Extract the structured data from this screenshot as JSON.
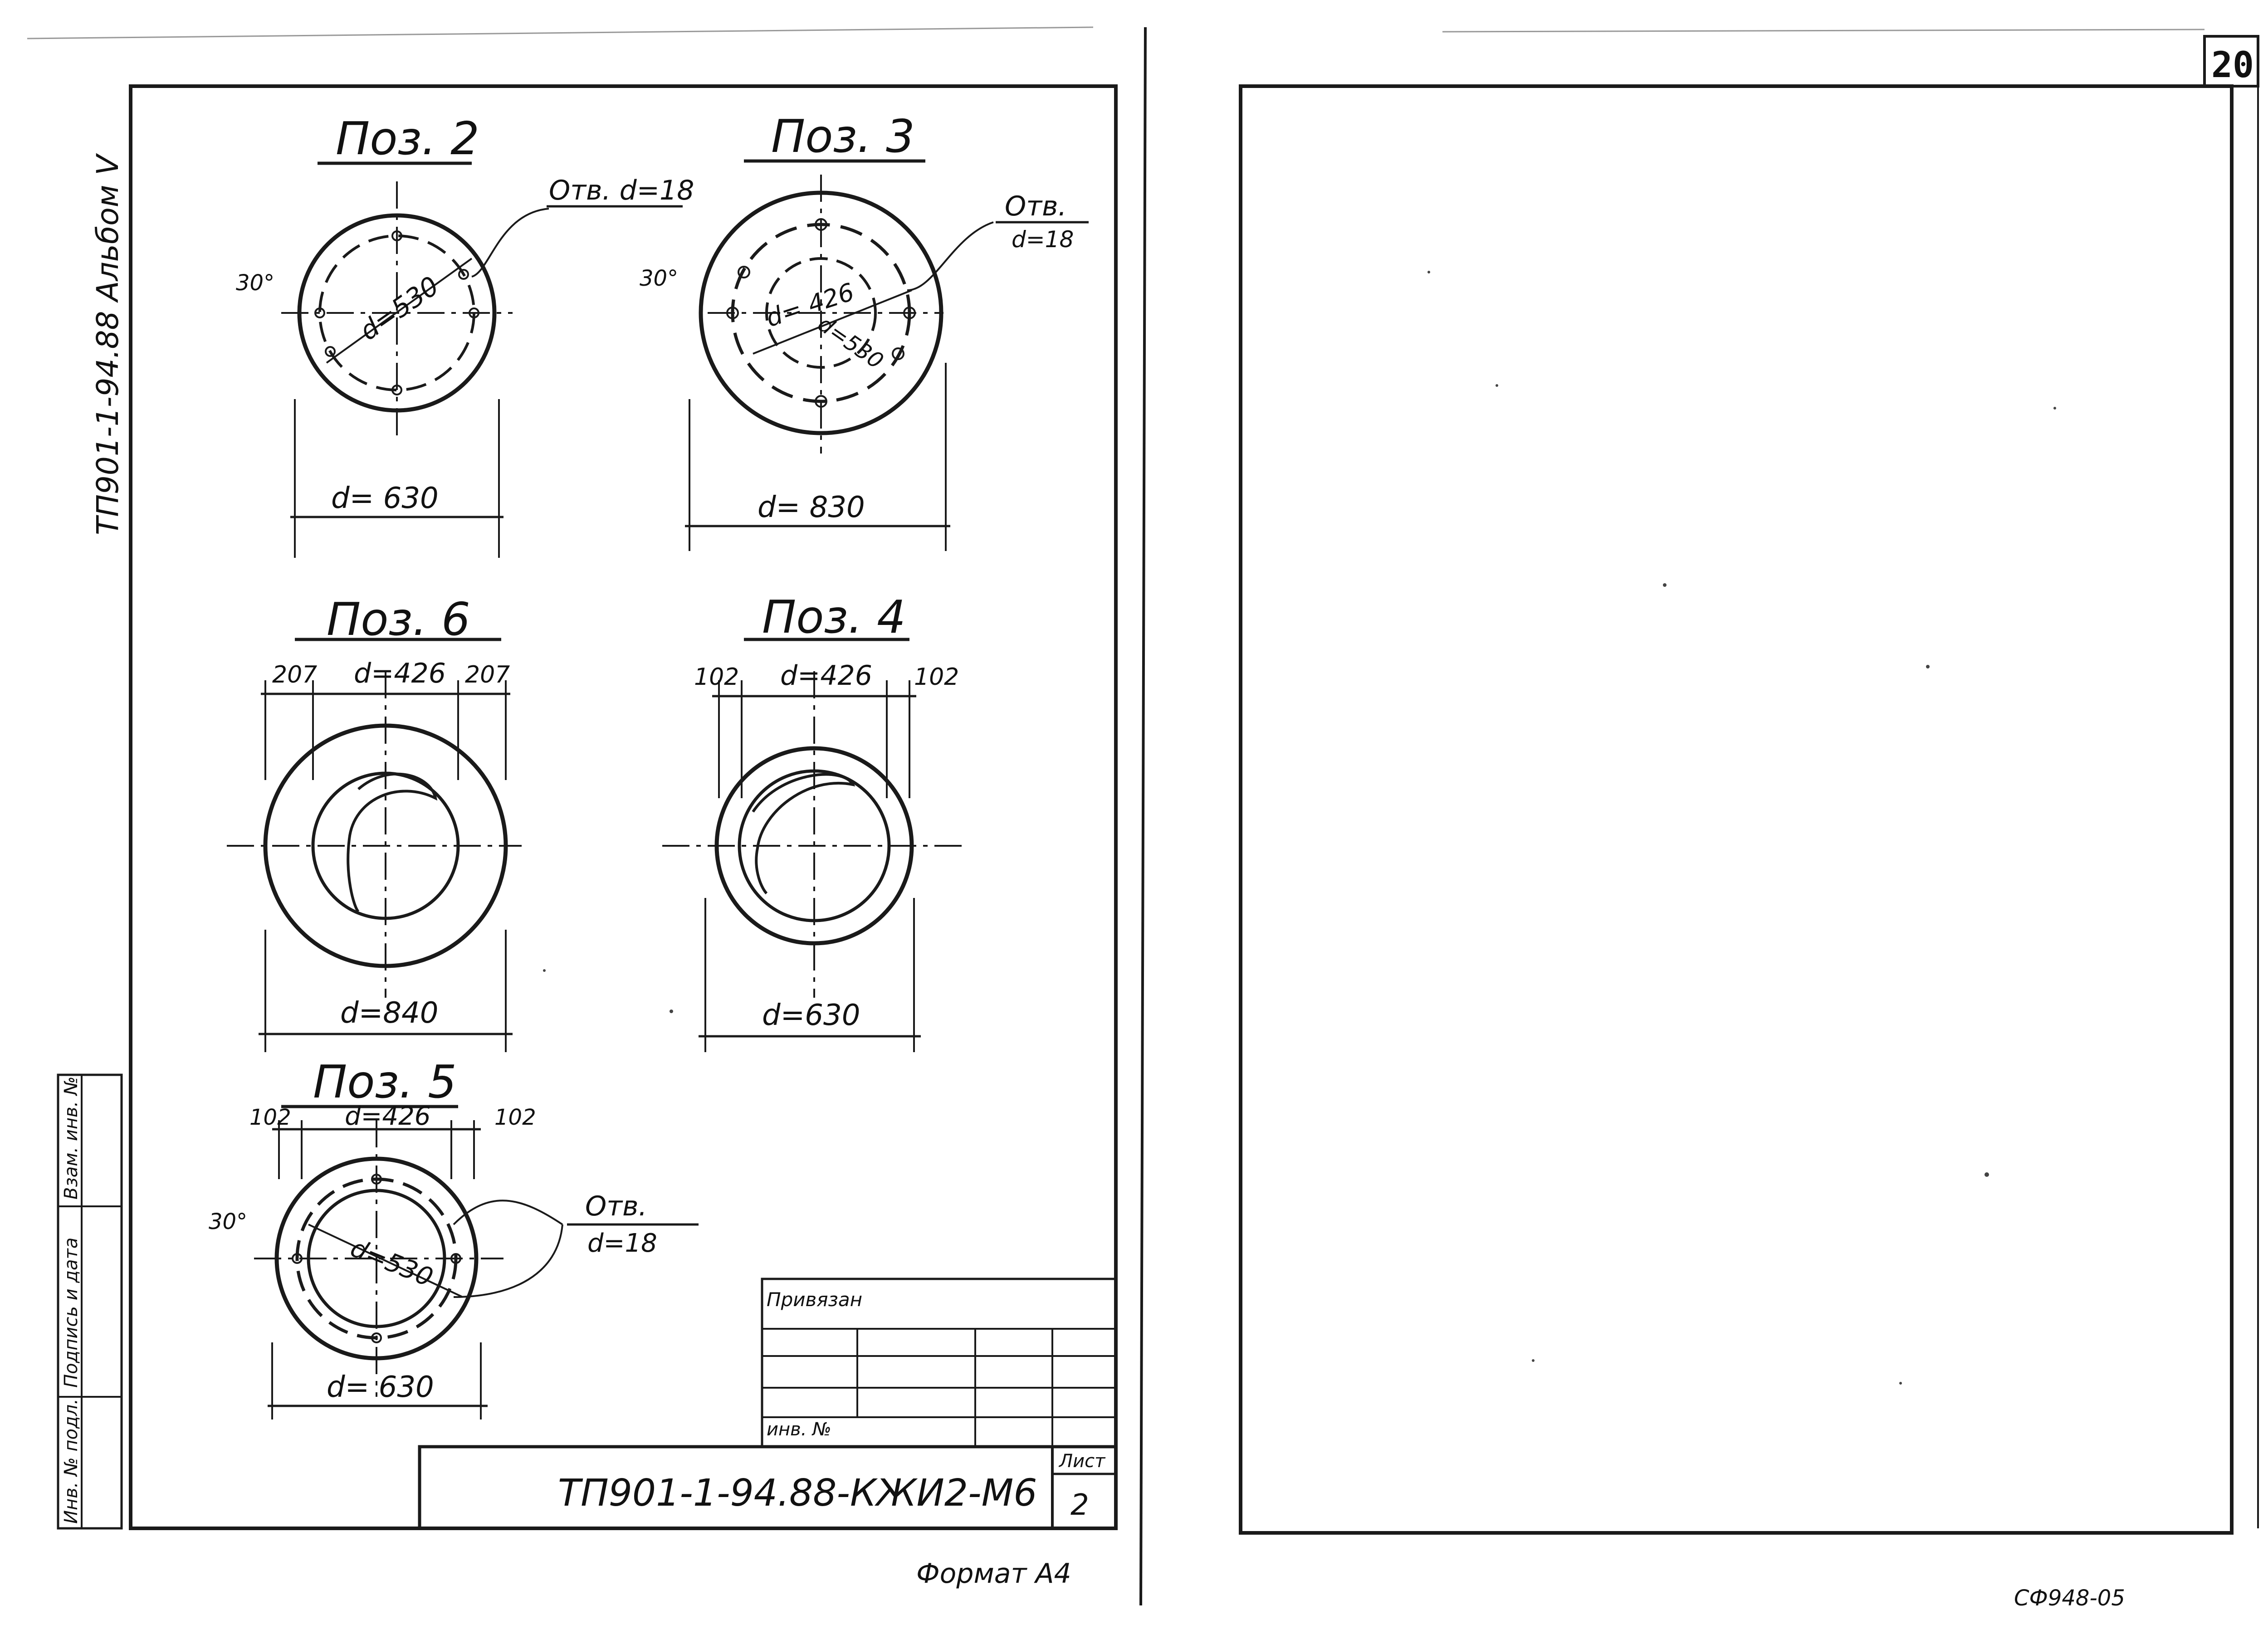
{
  "left_sheet": {
    "side_stamp": "ТП901-1-94.88 Альбом V",
    "positions": [
      {
        "title": "Поз. 2",
        "hole_label": "Отв. d=18",
        "angle": "30°",
        "inner_d": "d=530",
        "outer_d": "d= 630"
      },
      {
        "title": "Поз. 3",
        "hole_label_line1": "Отв.",
        "hole_label_line2": "d=18",
        "angle": "30°",
        "inner_d1": "d= 426",
        "inner_d2": "d=530",
        "outer_d": "d= 830"
      },
      {
        "title": "Поз. 6",
        "side_left": "207",
        "side_right": "207",
        "top_d": "d=426",
        "outer_d": "d=840"
      },
      {
        "title": "Поз. 4",
        "side_left": "102",
        "side_right": "102",
        "top_d": "d=426",
        "outer_d": "d=630"
      },
      {
        "title": "Поз. 5",
        "side_left": "102",
        "side_right": "102",
        "top_d": "d=426",
        "angle": "30°",
        "hole_label_line1": "Отв.",
        "hole_label_line2": "d=18",
        "inner_d": "d=530",
        "outer_d": "d= 630"
      }
    ],
    "left_strip_labels": [
      "Инв. № подл.",
      "Подпись и дата",
      "Взам. инв. №"
    ],
    "stamp": {
      "privyazan": "Привязан",
      "inv_no": "инв. №",
      "code": "ТП901-1-94.88-КЖИ2-М6",
      "list_label": "Лист",
      "list_no": "2"
    },
    "format": "Формат А4"
  },
  "right_sheet": {
    "page_number": "20",
    "archive_code": "СФ948-05"
  }
}
